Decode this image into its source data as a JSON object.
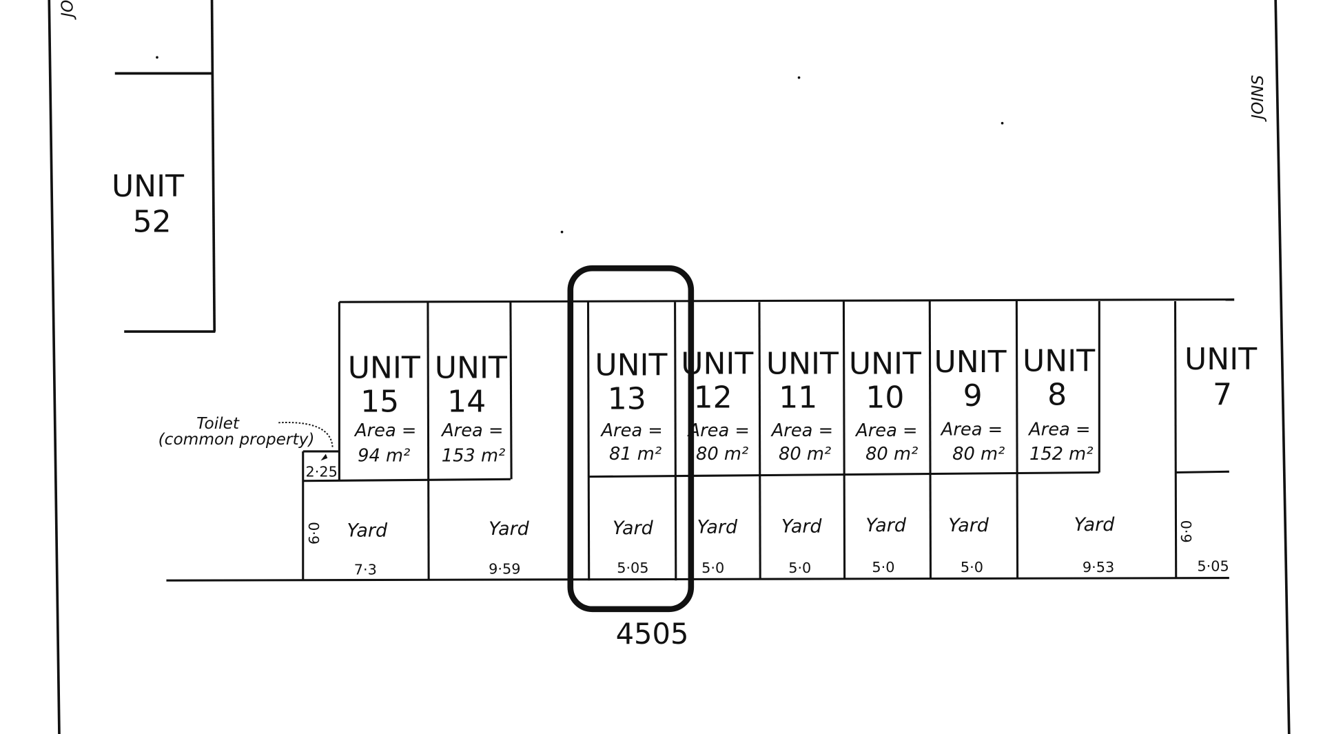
{
  "plan": {
    "joins_left": "JO",
    "joins_right": "JOINS",
    "unit_word": "UNIT",
    "area_label": "Area =",
    "yard_label": "Yard",
    "toilet_label": "Toilet",
    "toilet_note": "(common property)",
    "toilet_dim": "2·25",
    "plan_number": "4505",
    "units": [
      {
        "number": "52"
      },
      {
        "number": "15",
        "area": "94 m²",
        "yard_width": "7·3",
        "yard_depth": "6·0"
      },
      {
        "number": "14",
        "area": "153 m²",
        "yard_width": "9·59"
      },
      {
        "number": "13",
        "area": "81 m²",
        "yard_width": "5·05"
      },
      {
        "number": "12",
        "area": "80 m²",
        "yard_width": "5·0"
      },
      {
        "number": "11",
        "area": "80 m²",
        "yard_width": "5·0"
      },
      {
        "number": "10",
        "area": "80 m²",
        "yard_width": "5·0"
      },
      {
        "number": "9",
        "area": "80 m²",
        "yard_width": "5·0"
      },
      {
        "number": "8",
        "area": "152 m²",
        "yard_width": "9·53"
      },
      {
        "number": "7",
        "yard_width": "5·05",
        "yard_depth": "6·0"
      }
    ],
    "highlighted_unit": "13"
  }
}
